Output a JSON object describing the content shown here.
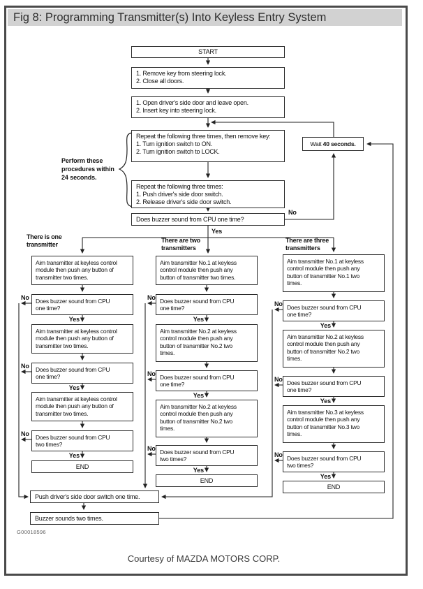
{
  "title": "Fig 8: Programming Transmitter(s) Into Keyless Entry System",
  "figure": {
    "start": "START",
    "step_remove_key": "1.  Remove key from steering lock.\n2.  Close all doors.",
    "step_open_door": "1.  Open driver's side door and leave open.\n2.  Insert key into steering lock.",
    "step_repeat_ignition": "Repeat the following three times, then remove key:\n1.  Turn ignition switch to ON.\n2.  Turn ignition switch to LOCK.",
    "step_repeat_door_switch": "Repeat the following three times:\n1.  Push driver's side door switch.\n2.  Release driver's side door switch.",
    "wait_box": {
      "normal": "Wait ",
      "bold": "40 seconds."
    },
    "note_24_seconds": "Perform these\nprocedures within\n24 seconds.",
    "q_buzzer_one_time_wide": "Does buzzer sound from CPU one time?",
    "labels": {
      "yes": "Yes",
      "no": "No"
    },
    "columns": {
      "one": {
        "header": "There is one\ntransmitter",
        "aim": "Aim transmitter at keyless control\nmodule then push any button of\ntransmitter two times.",
        "q_one_time": "Does buzzer sound from CPU\none time?",
        "q_two_times": "Does buzzer sound from CPU\ntwo times?",
        "end": "END"
      },
      "two": {
        "header": "There are two\ntransmitters",
        "aim_no1": "Aim transmitter No.1 at keyless\ncontrol module then push any\nbutton of transmitter two times.",
        "aim_no2": "Aim transmitter No.2 at keyless\ncontrol module then push any\nbutton of transmitter No.2 two\ntimes.",
        "q_one_time": "Does buzzer sound from CPU\none time?",
        "q_two_times": "Does buzzer sound from CPU\ntwo times?",
        "end": "END"
      },
      "three": {
        "header": "There are three\ntransmitters",
        "aim_no1": "Aim transmitter No.1 at keyless\ncontrol module then push any\nbutton of transmitter No.1 two\ntimes.",
        "aim_no2": "Aim transmitter No.2 at keyless\ncontrol module then push any\nbutton of transmitter No.2 two\ntimes.",
        "aim_no3": "Aim transmitter No.3 at keyless\ncontrol module then push any\nbutton of transmitter No.3 two\ntimes.",
        "q_one_time": "Does buzzer sound from CPU\none time?",
        "q_two_times": "Does buzzer sound from CPU\ntwo times?",
        "end": "END"
      }
    },
    "push_door_switch": "Push driver's side door switch one time.",
    "buzzer_two_times": "Buzzer sounds two times.",
    "figure_code": "G00018596"
  },
  "footer": {
    "courtesy": "Courtesy of MAZDA MOTORS CORP."
  },
  "colors": {
    "title_bar_bg": "#d2d2d2",
    "frame_border": "#4a4a4a",
    "line": "#222222"
  }
}
